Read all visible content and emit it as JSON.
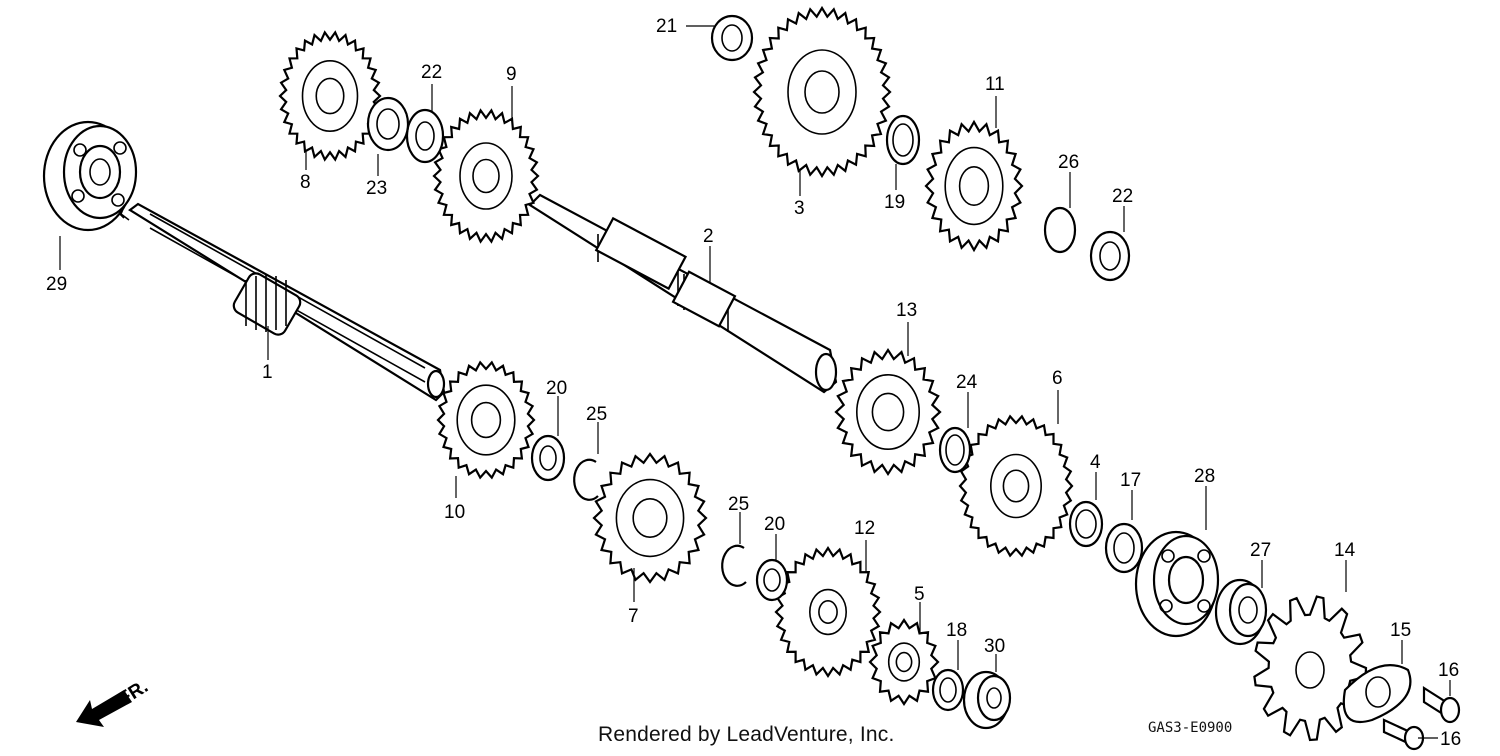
{
  "diagram": {
    "credit": "Rendered by LeadVenture, Inc.",
    "code": "GAS3-E0900",
    "direction_label": "FR.",
    "callouts": [
      "21",
      "22",
      "9",
      "11",
      "8",
      "23",
      "3",
      "19",
      "26",
      "22",
      "29",
      "2",
      "1",
      "13",
      "24",
      "6",
      "20",
      "25",
      "10",
      "4",
      "17",
      "28",
      "25",
      "20",
      "12",
      "27",
      "14",
      "7",
      "5",
      "18",
      "30",
      "15",
      "16",
      "16"
    ]
  }
}
